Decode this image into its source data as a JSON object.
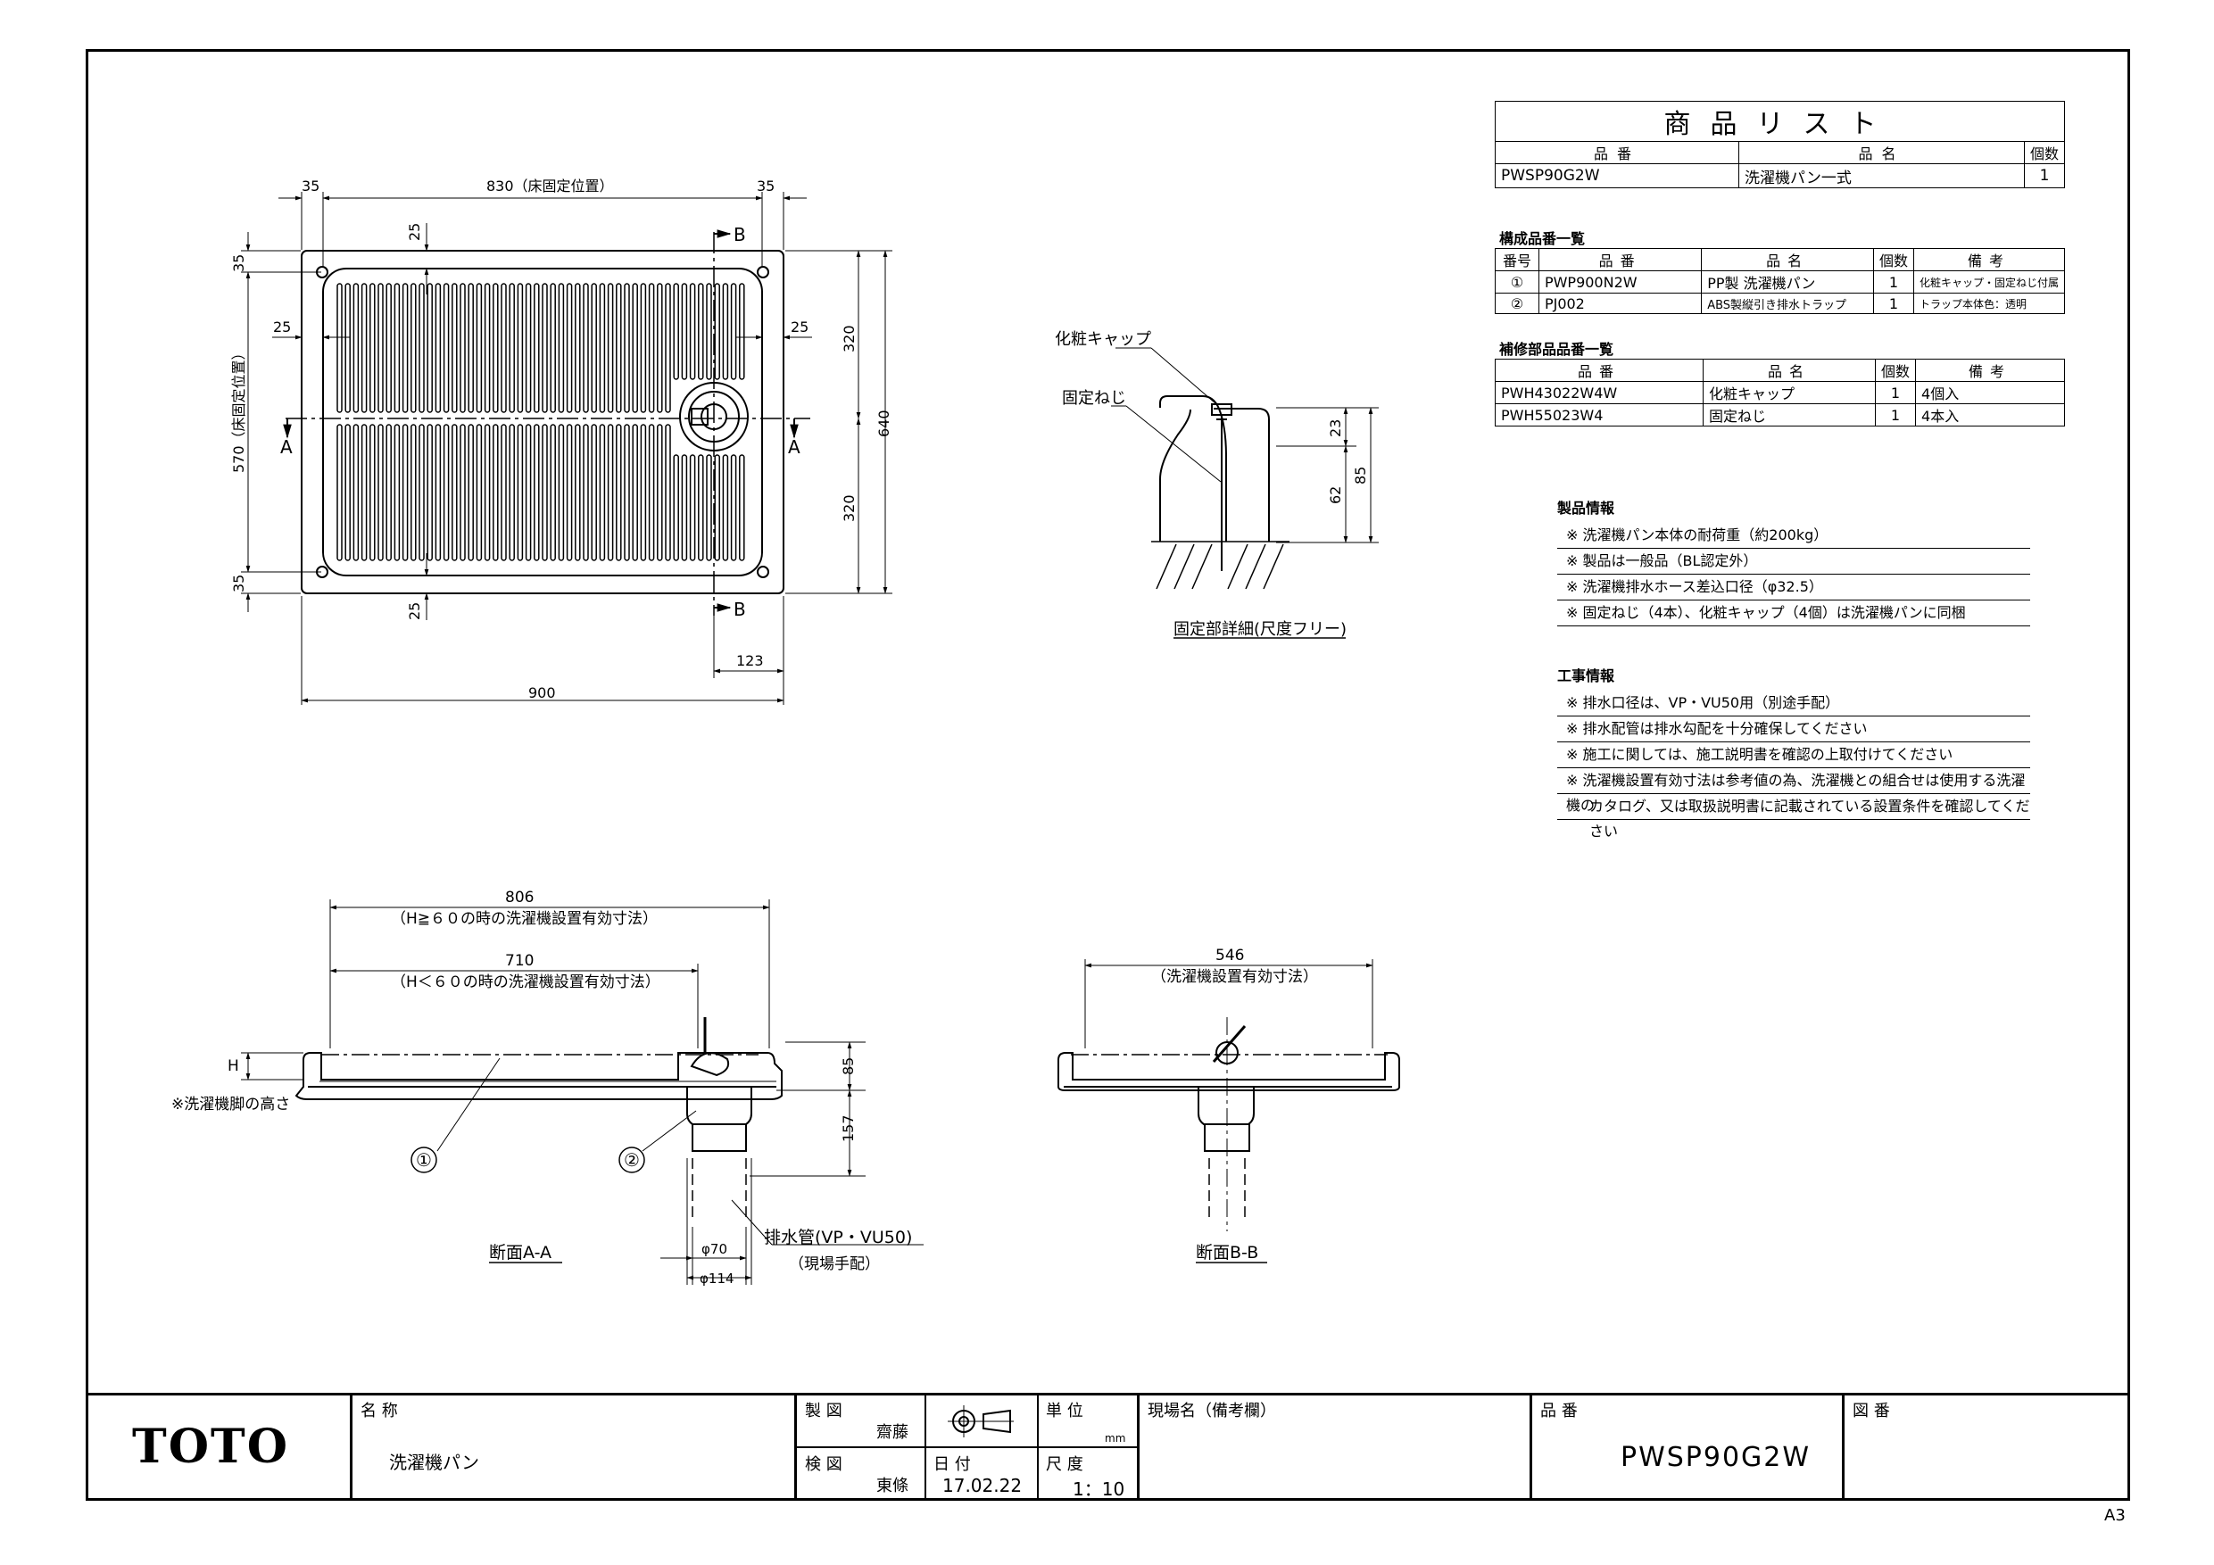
{
  "product_list": {
    "title": "商品リスト",
    "headers": [
      "品番",
      "品名",
      "個数"
    ],
    "rows": [
      {
        "part_no": "PWSP90G2W",
        "name": "洗濯機パン一式",
        "qty": "1"
      }
    ]
  },
  "components": {
    "title": "構成品番一覧",
    "headers": [
      "番号",
      "品番",
      "品名",
      "個数",
      "備考"
    ],
    "rows": [
      {
        "no": "①",
        "part_no": "PWP900N2W",
        "name": "PP製 洗濯機パン",
        "qty": "1",
        "note": "化粧キャップ・固定ねじ付属"
      },
      {
        "no": "②",
        "part_no": "PJ002",
        "name": "ABS製縦引き排水トラップ",
        "qty": "1",
        "note": "トラップ本体色：透明"
      }
    ]
  },
  "repair_parts": {
    "title": "補修部品品番一覧",
    "headers": [
      "品番",
      "品名",
      "個数",
      "備考"
    ],
    "rows": [
      {
        "part_no": "PWH43022W4W",
        "name": "化粧キャップ",
        "qty": "1",
        "note": "4個入"
      },
      {
        "part_no": "PWH55023W4",
        "name": "固定ねじ",
        "qty": "1",
        "note": "4本入"
      }
    ]
  },
  "product_info": {
    "title": "製品情報",
    "items": [
      "※ 洗濯機パン本体の耐荷重（約200kg）",
      "※ 製品は一般品（BL認定外）",
      "※ 洗濯機排水ホース差込口径（φ32.5）",
      "※ 固定ねじ（4本）、化粧キャップ（4個）は洗濯機パンに同梱"
    ]
  },
  "construction_info": {
    "title": "工事情報",
    "items": [
      "※ 排水口径は、VP・VU50用（別途手配）",
      "※ 排水配管は排水勾配を十分確保してください",
      "※ 施工に関しては、施工説明書を確認の上取付けてください",
      "※ 洗濯機設置有効寸法は参考値の為、洗濯機との組合せは使用する洗濯機の",
      "カタログ、又は取扱説明書に記載されている設置条件を確認してください"
    ]
  },
  "plan_view": {
    "dims": {
      "top_left": "35",
      "top_mid": "830（床固定位置）",
      "top_right": "35",
      "left_top": "35",
      "left_mid": "570（床固定位置）",
      "left_bottom": "35",
      "right_top": "320",
      "right_bottom": "320",
      "right_total": "640",
      "inner_top": "25",
      "inner_bottom": "25",
      "inner_left": "25",
      "inner_right": "25",
      "drain_offset": "123",
      "total_width": "900"
    },
    "section_marks": {
      "a": "A",
      "b": "B"
    }
  },
  "fixing_detail": {
    "label_cap": "化粧キャップ",
    "label_screw": "固定ねじ",
    "dims": {
      "d1": "23",
      "d2": "62",
      "d3": "85"
    },
    "caption": "固定部詳細(尺度フリー)"
  },
  "section_aa": {
    "dim_806": "806",
    "note_806": "（H≧６０の時の洗濯機設置有効寸法）",
    "dim_710": "710",
    "note_710": "（H＜６０の時の洗濯機設置有効寸法）",
    "h_label": "H",
    "leg_note": "※洗濯機脚の高さ",
    "dim_85": "85",
    "dim_157": "157",
    "callout_1": "①",
    "callout_2": "②",
    "dim_70": "φ70",
    "dim_114": "φ114",
    "pipe_label": "排水管(VP・VU50)",
    "pipe_sub": "（現場手配）",
    "caption": "断面A-A"
  },
  "section_bb": {
    "dim_546": "546",
    "note_546": "（洗濯機設置有効寸法）",
    "caption": "断面B-B"
  },
  "title_block": {
    "logo": "TOTO",
    "name_label": "名 称",
    "name_value": "洗濯機パン",
    "drawn_label": "製 図",
    "drawn_value": "齋藤",
    "checked_label": "検 図",
    "checked_value": "東條",
    "unit_label": "単 位",
    "unit_value": "mm",
    "date_label": "日 付",
    "date_value": "17.02.22",
    "scale_label": "尺 度",
    "scale_value": "1：10",
    "site_label": "現場名（備考欄）",
    "part_label": "品 番",
    "part_value": "PWSP90G2W",
    "drawing_no_label": "図 番"
  },
  "sheet_size": "A3"
}
